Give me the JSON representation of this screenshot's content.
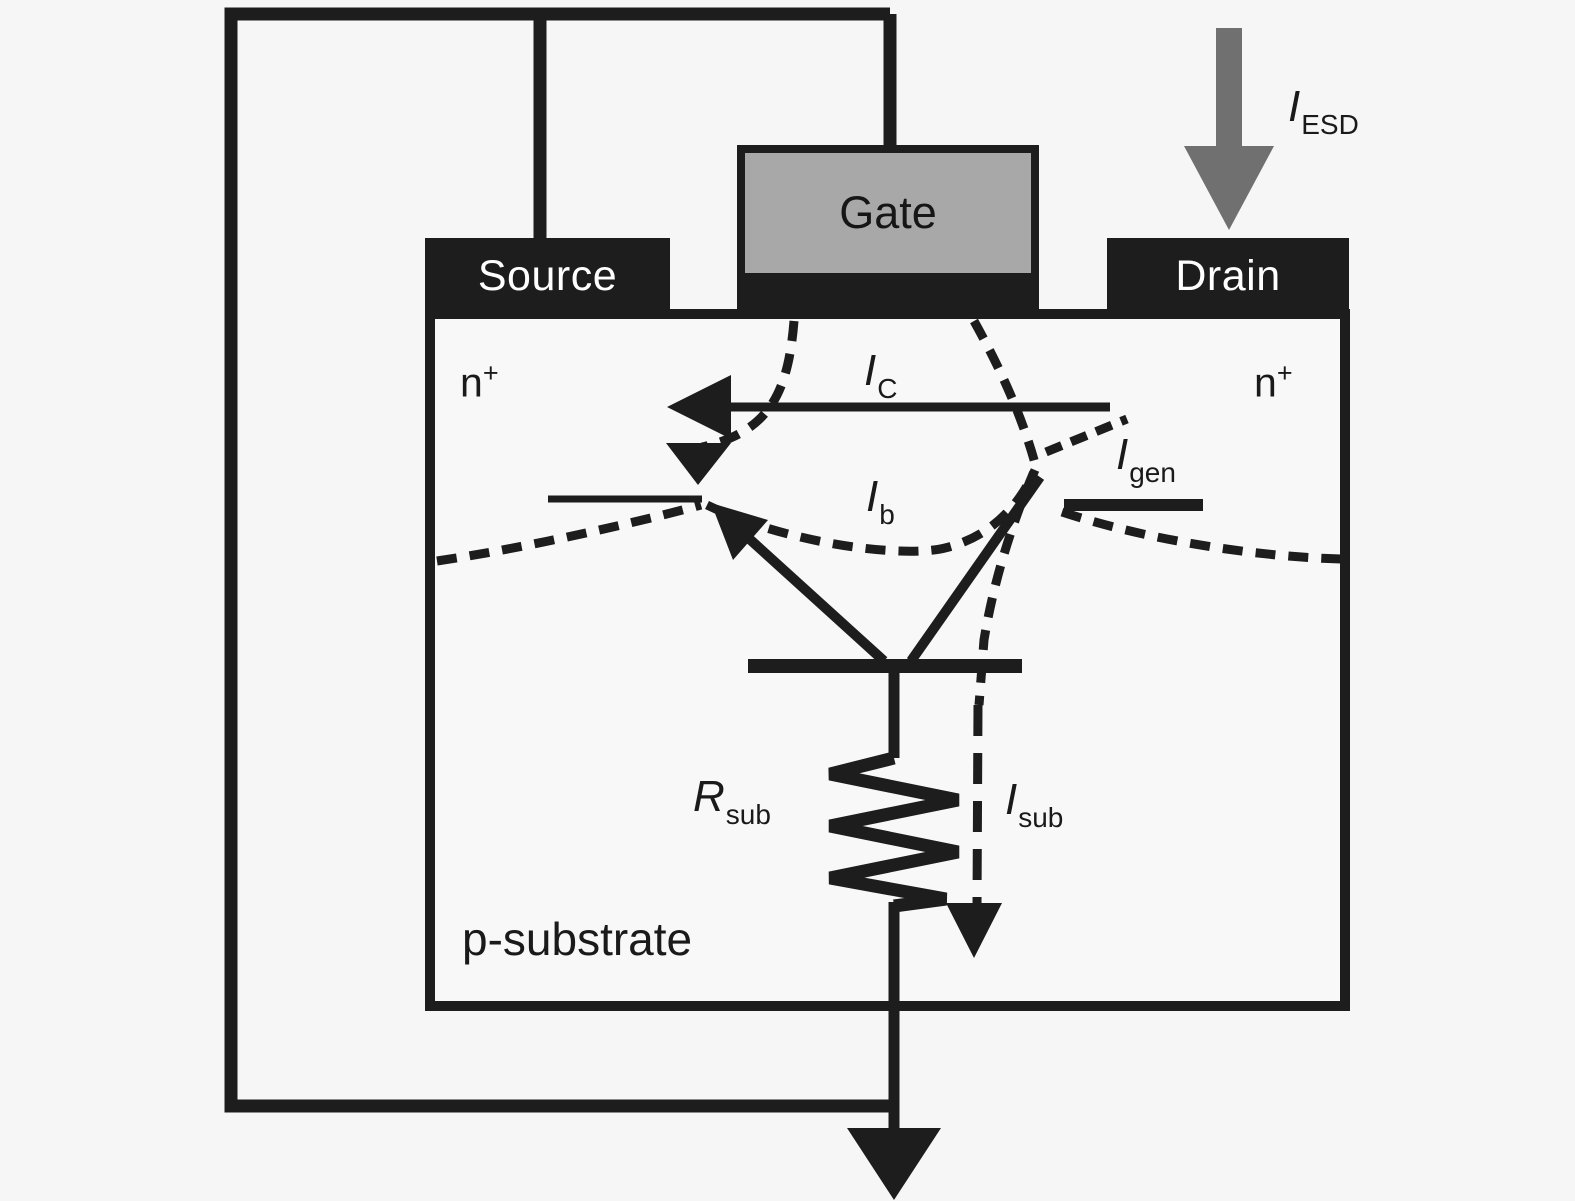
{
  "figure": {
    "description": "Cross-section of an NMOS transistor under ESD stress showing the parasitic lateral bipolar transistor, substrate resistance and current paths"
  },
  "colors": {
    "background": "#f6f6f6",
    "ink": "#1d1d1d",
    "gate_fill": "#a8a8a8",
    "esd_arrow_gray": "#707070",
    "contact_text": "#ffffff",
    "substrate_fill": "#f8f8f8"
  },
  "terminals": {
    "source": "Source",
    "gate": "Gate",
    "drain": "Drain"
  },
  "regions": {
    "source_diffusion": {
      "base": "n",
      "sup": "+"
    },
    "drain_diffusion": {
      "base": "n",
      "sup": "+"
    },
    "substrate": "p-substrate"
  },
  "currents": {
    "esd": {
      "symbol": "I",
      "sub": "ESD"
    },
    "collector": {
      "symbol": "I",
      "sub": "C"
    },
    "base": {
      "symbol": "I",
      "sub": "b"
    },
    "generation": {
      "symbol": "I",
      "sub": "gen"
    },
    "substrate": {
      "symbol": "I",
      "sub": "sub"
    }
  },
  "components": {
    "substrate_resistance": {
      "symbol": "R",
      "sub": "sub"
    }
  }
}
